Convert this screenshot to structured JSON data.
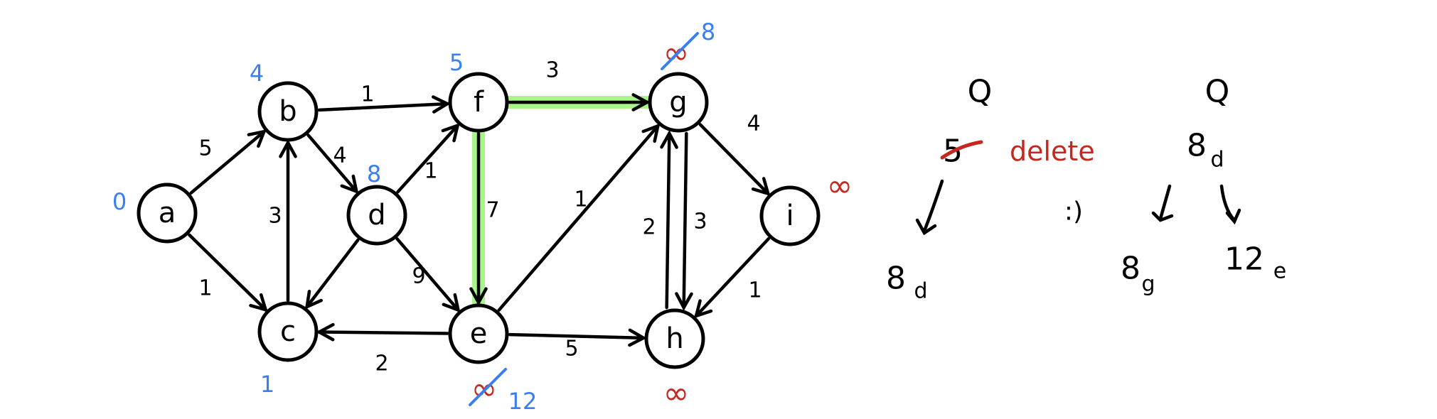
{
  "graph": {
    "nodes": [
      {
        "id": "a",
        "dist": "0"
      },
      {
        "id": "b",
        "dist": "4"
      },
      {
        "id": "c",
        "dist": "1"
      },
      {
        "id": "d",
        "dist": "8"
      },
      {
        "id": "f",
        "dist": "5"
      },
      {
        "id": "g",
        "dist_old": "∞",
        "dist": "8"
      },
      {
        "id": "e",
        "dist_old": "∞",
        "dist": "12"
      },
      {
        "id": "h",
        "dist": "∞"
      },
      {
        "id": "i",
        "dist": "∞"
      }
    ],
    "edges": [
      {
        "from": "a",
        "to": "b",
        "weight": "5"
      },
      {
        "from": "a",
        "to": "c",
        "weight": "1"
      },
      {
        "from": "b",
        "to": "f",
        "weight": "1"
      },
      {
        "from": "b",
        "to": "d",
        "weight": "4"
      },
      {
        "from": "c",
        "to": "b",
        "weight": "3"
      },
      {
        "from": "d",
        "to": "f",
        "weight": "1"
      },
      {
        "from": "d",
        "to": "c",
        "weight": ""
      },
      {
        "from": "d",
        "to": "e",
        "weight": "9"
      },
      {
        "from": "e",
        "to": "c",
        "weight": "2"
      },
      {
        "from": "f",
        "to": "g",
        "weight": "3",
        "highlighted": true
      },
      {
        "from": "f",
        "to": "e",
        "weight": "7",
        "highlighted": true
      },
      {
        "from": "e",
        "to": "g",
        "weight": "1"
      },
      {
        "from": "h",
        "to": "g",
        "weight": "2"
      },
      {
        "from": "g",
        "to": "h",
        "weight": "3"
      },
      {
        "from": "g",
        "to": "i",
        "weight": "4"
      },
      {
        "from": "i",
        "to": "h",
        "weight": "1"
      },
      {
        "from": "e",
        "to": "h",
        "weight": "5"
      }
    ]
  },
  "queue_before": {
    "title": "Q",
    "root_value": "5",
    "delete_note": "delete",
    "child_value": "8",
    "child_node": "d"
  },
  "smiley": ":)",
  "queue_after": {
    "title": "Q",
    "root_value": "8",
    "root_node": "d",
    "left_value": "8",
    "left_node": "g",
    "right_value": "12",
    "right_node": "e"
  },
  "colors": {
    "ink": "#000000",
    "blue": "#3a7ff0",
    "red": "#c4281f",
    "highlight": "#a9f58a"
  }
}
